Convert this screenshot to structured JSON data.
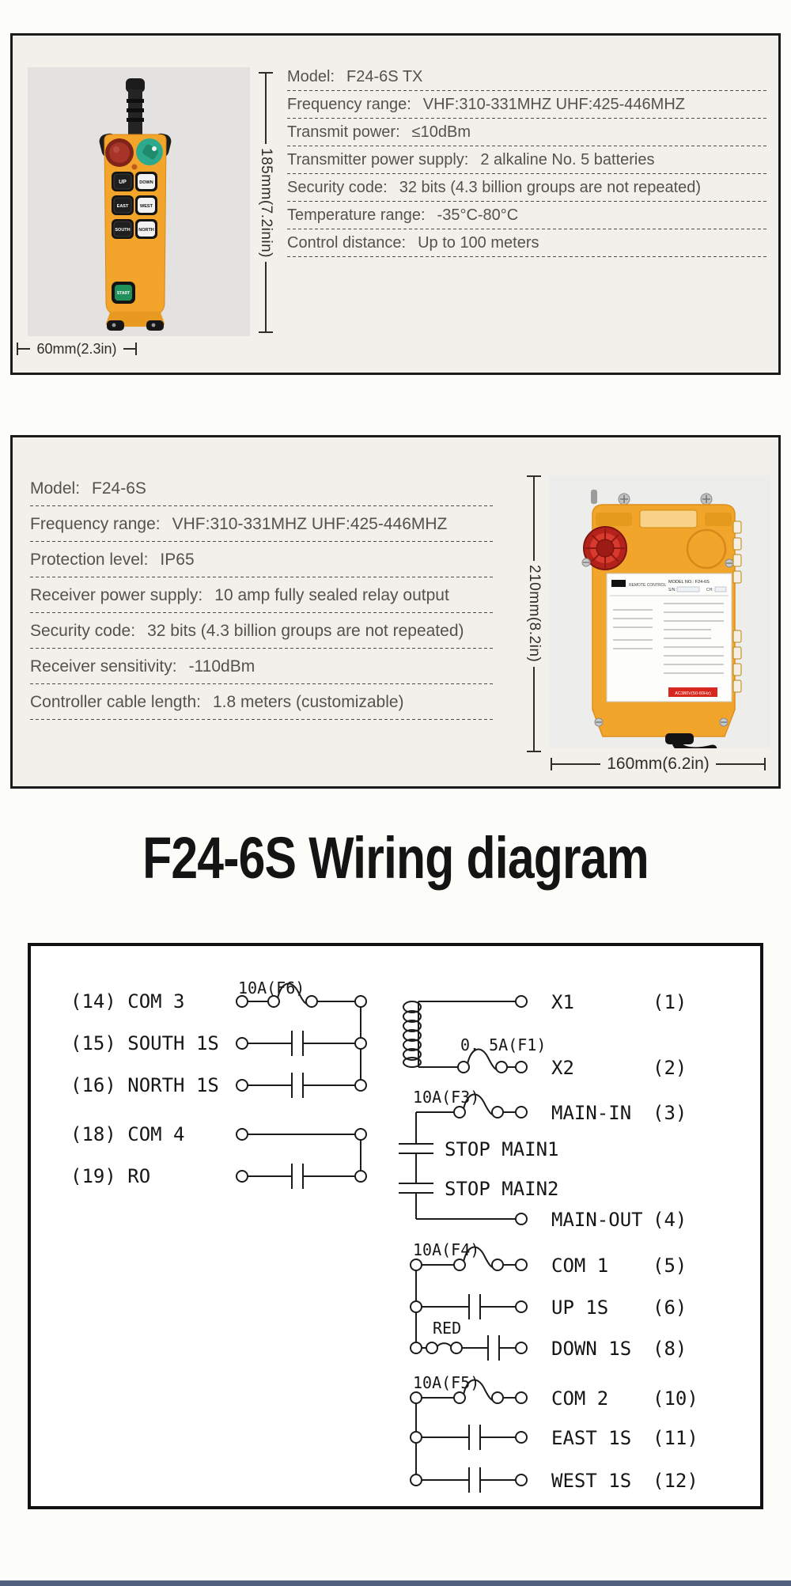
{
  "page": {
    "title": "F24-6S Wiring diagram"
  },
  "colors": {
    "body_yellow": "#f2a42b",
    "estop_red": "#a63527",
    "rotary_green": "#2fa98c",
    "start_green": "#1f9059",
    "strobe_red": "#c5271f",
    "footer_blue": "#50607e",
    "panel_bg": "#f1f0ea",
    "ink": "#1b1b1b",
    "spec_text": "#55524c"
  },
  "transmitter": {
    "dim_height": "185mm(7.2inin)",
    "dim_width": "60mm(2.3in)",
    "buttons": {
      "up": "UP",
      "down": "DOWN",
      "east": "EAST",
      "west": "WEST",
      "south": "SOUTH",
      "north": "NORTH",
      "start": "START"
    },
    "specs": [
      {
        "label": "Model:",
        "value": "F24-6S TX"
      },
      {
        "label": "Frequency range:",
        "value": "VHF:310-331MHZ UHF:425-446MHZ"
      },
      {
        "label": "Transmit power:",
        "value": "≤10dBm"
      },
      {
        "label": "Transmitter power supply:",
        "value": "2 alkaline No. 5 batteries"
      },
      {
        "label": "Security code:",
        "value": "32 bits (4.3 billion groups are not repeated)"
      },
      {
        "label": "Temperature range:",
        "value": "-35°C-80°C"
      },
      {
        "label": "Control distance:",
        "value": "Up to 100 meters"
      }
    ]
  },
  "receiver": {
    "dim_height": "210mm(8.2in)",
    "dim_width": "160mm(6.2in)",
    "label": {
      "brand": "REMOTE CONTROL",
      "model": "MODEL NO.: F24-6S",
      "sn": "S/N:",
      "ch": "CH:",
      "voltage": "AC380V(50-60Hz)"
    },
    "specs": [
      {
        "label": "Model:",
        "value": "F24-6S"
      },
      {
        "label": "Frequency range:",
        "value": "VHF:310-331MHZ UHF:425-446MHZ"
      },
      {
        "label": "Protection level:",
        "value": "IP65"
      },
      {
        "label": "Receiver power supply:",
        "value": "10 amp fully sealed relay output"
      },
      {
        "label": "Security code:",
        "value": "32 bits (4.3 billion groups are not repeated)"
      },
      {
        "label": "Receiver sensitivity:",
        "value": "-110dBm"
      },
      {
        "label": "Controller cable length:",
        "value": "1.8 meters (customizable)"
      }
    ]
  },
  "wiring": {
    "left_rows": [
      "(14) COM 3",
      "(15) SOUTH 1S",
      "(16) NORTH 1S",
      "(18) COM 4",
      "(19) RO"
    ],
    "right_rows": [
      {
        "name": "X1",
        "pin": "(1)"
      },
      {
        "name": "X2",
        "pin": "(2)"
      },
      {
        "name": "MAIN-IN",
        "pin": "(3)"
      },
      {
        "name": "STOP MAIN1",
        "pin": ""
      },
      {
        "name": "STOP MAIN2",
        "pin": ""
      },
      {
        "name": "MAIN-OUT",
        "pin": "(4)"
      },
      {
        "name": "COM 1",
        "pin": "(5)"
      },
      {
        "name": "UP 1S",
        "pin": "(6)"
      },
      {
        "name": "DOWN 1S",
        "pin": "(8)"
      },
      {
        "name": "COM 2",
        "pin": "(10)"
      },
      {
        "name": "EAST 1S",
        "pin": "(11)"
      },
      {
        "name": "WEST 1S",
        "pin": "(12)"
      }
    ],
    "fuse_f6": "10A(F6)",
    "fuse_f1": "0. 5A(F1)",
    "fuse_f3": "10A(F3)",
    "fuse_f4": "10A(F4)",
    "fuse_f5": "10A(F5)",
    "wire_red": "RED"
  }
}
